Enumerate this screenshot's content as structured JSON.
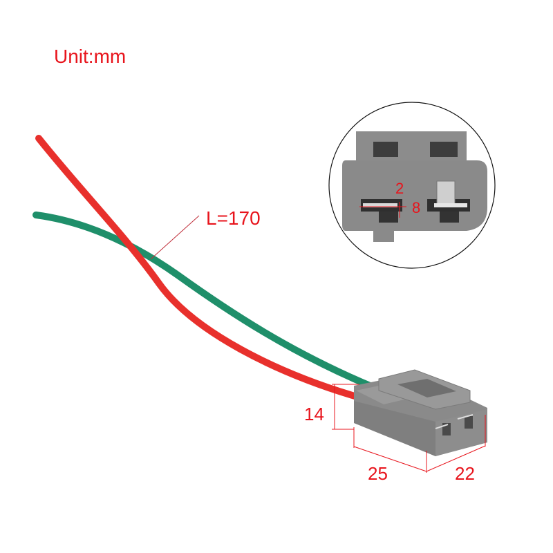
{
  "annotations": {
    "unit": "Unit:mm",
    "wire_length": "L=170",
    "height": "14",
    "length": "25",
    "width": "22",
    "terminal_gap": "2",
    "terminal_width": "8"
  },
  "colors": {
    "annotation_red": "#e8141c",
    "wire_red": "#e8302c",
    "wire_green": "#1f8f6a",
    "connector_gray": "#8a8a8a",
    "connector_gray_dark": "#6f6f6f",
    "background": "#ffffff"
  },
  "objects": {
    "wires": [
      "red wire",
      "green wire"
    ],
    "connector": "2-pin gray housing",
    "inset": "circular close-up of connector face"
  }
}
